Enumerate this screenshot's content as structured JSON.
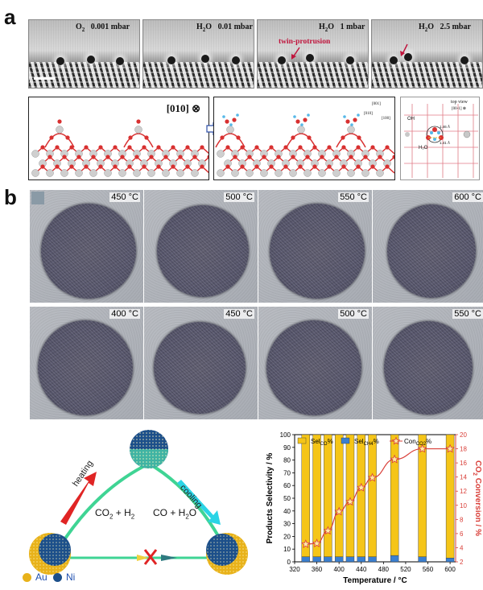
{
  "panel_a": {
    "letter": "a",
    "frames": [
      {
        "gas": "O",
        "gas_sub": "2",
        "pressure": "0.001 mbar"
      },
      {
        "gas": "H",
        "gas_sub": "2",
        "gas_tail": "O",
        "pressure": "0.01 mbar"
      },
      {
        "gas": "H",
        "gas_sub": "2",
        "gas_tail": "O",
        "pressure": "1 mbar"
      },
      {
        "gas": "H",
        "gas_sub": "2",
        "gas_tail": "O",
        "pressure": "2.5 mbar"
      }
    ],
    "twin_label": "twin-protrusion",
    "model_left_label": "[010] ⊗",
    "axis_labels": {
      "a": "[001]",
      "b": "[010]",
      "c": "[100]"
    },
    "topview_title": "top view",
    "topview_zone": "[00-1] ⊗",
    "topview_oh": "OH",
    "topview_h2o": "H₂O",
    "topview_d1": "1.46 Å",
    "topview_d2": "1.41 Å"
  },
  "panel_b": {
    "letter": "b",
    "row1": [
      "450 °C",
      "500 °C",
      "550 °C",
      "600 °C"
    ],
    "row2": [
      "400 °C",
      "450 °C",
      "500 °C",
      "550 °C"
    ]
  },
  "scheme": {
    "heating": "heating",
    "cooling": "cooling",
    "left_reaction": "CO",
    "left_sub": "2",
    "left_tail": " + H",
    "left_sub2": "2",
    "right_reaction": "CO + H",
    "right_sub": "2",
    "right_tail": "O",
    "legend_au": "Au",
    "legend_ni": "Ni",
    "colors": {
      "au": "#e8b21a",
      "ni": "#1c4f8a",
      "heating": "#e02424",
      "cooling": "#2ad4e6",
      "path": "#3fd494"
    }
  },
  "chart_data": {
    "type": "bar",
    "categories": [
      340,
      360,
      380,
      400,
      420,
      440,
      460,
      500,
      550,
      600
    ],
    "series": [
      {
        "name": "Sel_CO%",
        "type": "bar",
        "color": "#f5c518",
        "values": [
          96,
          96,
          96,
          96,
          96,
          96,
          96,
          95,
          96,
          97
        ]
      },
      {
        "name": "Sel_CH4%",
        "type": "bar",
        "color": "#3a7fd0",
        "values": [
          4,
          4,
          4,
          4,
          4,
          4,
          4,
          5,
          4,
          3
        ]
      },
      {
        "name": "Con_CO2%",
        "type": "line",
        "axis": "right",
        "color": "#d9403a",
        "values": [
          4.5,
          4.6,
          6.4,
          9.1,
          10.5,
          12.5,
          13.9,
          16.5,
          18.0,
          18.0
        ]
      }
    ],
    "legend": [
      {
        "main": "Sel",
        "sub": "CO",
        "tail": "%"
      },
      {
        "main": "Sel",
        "sub": "CH4",
        "tail": "%"
      },
      {
        "main": "Con",
        "sub": "CO2",
        "tail": "%"
      }
    ],
    "xlabel": "Temperature / °C",
    "ylabel": "Products Selectivity / %",
    "ylabel_right_main": "CO",
    "ylabel_right_sub": "2",
    "ylabel_right_tail": " Conversion / %",
    "xlim": [
      320,
      610
    ],
    "xticks": [
      320,
      360,
      400,
      440,
      480,
      520,
      560,
      600
    ],
    "ylim": [
      0,
      100
    ],
    "yticks": [
      0,
      10,
      20,
      30,
      40,
      50,
      60,
      70,
      80,
      90,
      100
    ],
    "y2lim": [
      2,
      20
    ],
    "y2ticks": [
      2,
      4,
      6,
      8,
      10,
      12,
      14,
      16,
      18,
      20
    ],
    "legend_position": "top"
  }
}
